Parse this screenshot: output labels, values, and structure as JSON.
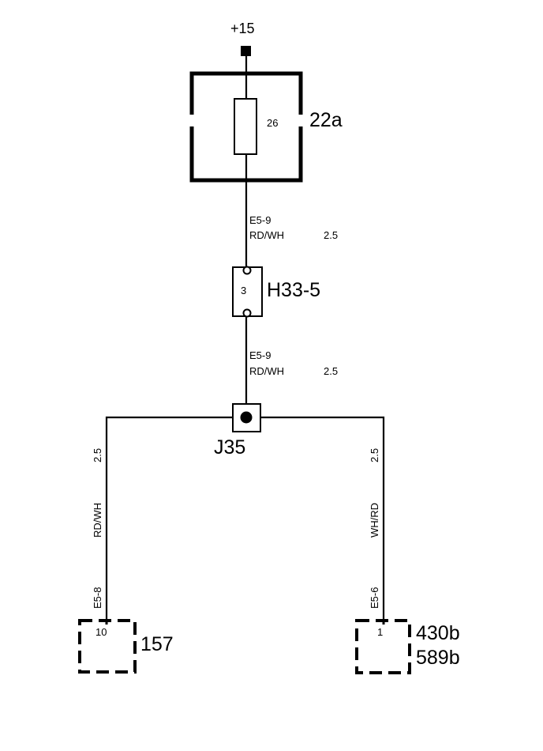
{
  "supply": {
    "label": "+15"
  },
  "fuse_box": {
    "ref": "22a",
    "fuse_number": "26"
  },
  "wire_top": {
    "code": "E5-9",
    "color": "RD/WH",
    "size": "2.5"
  },
  "connector_h": {
    "ref": "H33-5",
    "pin": "3"
  },
  "wire_mid": {
    "code": "E5-9",
    "color": "RD/WH",
    "size": "2.5"
  },
  "junction": {
    "ref": "J35"
  },
  "branch_left": {
    "size": "2.5",
    "color": "RD/WH",
    "code": "E5-8"
  },
  "branch_right": {
    "size": "2.5",
    "color": "WH/RD",
    "code": "E5-6"
  },
  "component_left": {
    "ref": "157",
    "pin": "10"
  },
  "component_right": {
    "ref_1": "430b",
    "ref_2": "589b",
    "pin": "1"
  }
}
